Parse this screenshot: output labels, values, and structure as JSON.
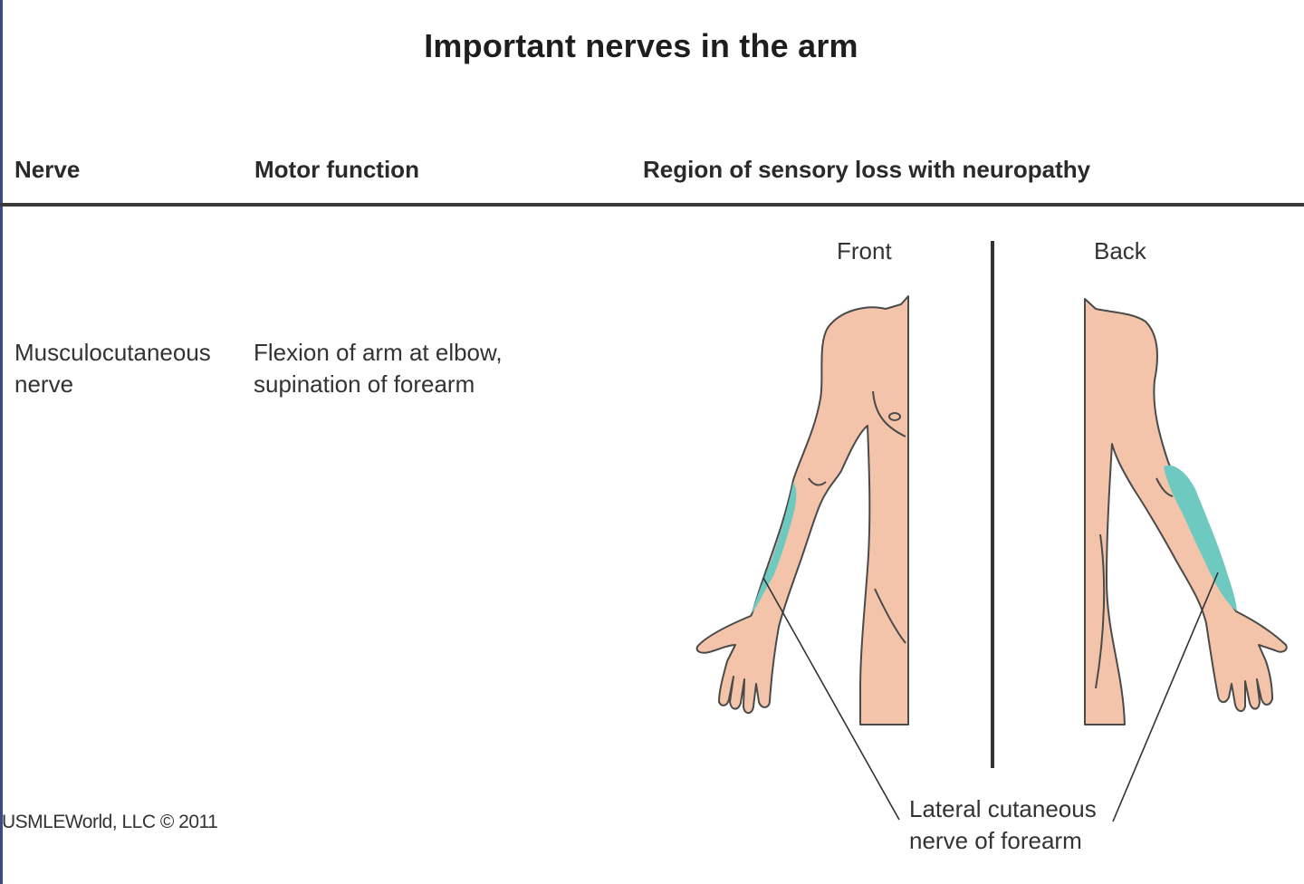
{
  "title": "Important nerves in the arm",
  "table": {
    "headers": {
      "nerve": "Nerve",
      "motor": "Motor function",
      "region": "Region of sensory loss with neuropathy"
    },
    "row": {
      "nerve_line1": "Musculocutaneous",
      "nerve_line2": "nerve",
      "motor_line1": "Flexion of arm at elbow,",
      "motor_line2": "supination of forearm"
    }
  },
  "figure": {
    "front_label": "Front",
    "back_label": "Back",
    "callout_line1": "Lateral cutaneous",
    "callout_line2": "nerve of forearm",
    "colors": {
      "skin": "#f3c4a9",
      "outline": "#4a4a4a",
      "sensory_region": "#6ec9c0"
    }
  },
  "copyright": "USMLEWorld, LLC © 2011"
}
